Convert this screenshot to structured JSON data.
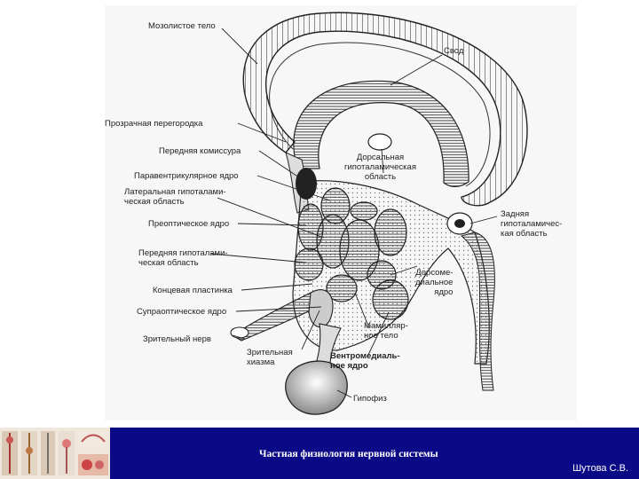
{
  "labels": {
    "corpus_callosum": "Мозолистое тело",
    "fornix": "Свод",
    "septum_pellucidum": "Прозрачная перегородка",
    "anterior_commissure": "Передняя комиссура",
    "paraventricular_nucleus": "Паравентрикулярное ядро",
    "lateral_hypothalamic_area": "Латеральная гипоталами-\nческая область",
    "preoptic_nucleus": "Преоптическое ядро",
    "anterior_hypothalamic_area": "Передняя гипоталами-\nческая область",
    "lamina_terminalis": "Концевая пластинка",
    "supraoptic_nucleus": "Супраоптическое ядро",
    "optic_nerve": "Зрительный нерв",
    "optic_chiasm": "Зрительная\nхиазма",
    "dorsal_hypothalamic_area": "Дорсальная\nгипоталамическая\nобласть",
    "posterior_hypothalamic_area": "Задняя\nгипоталамичес-\nкая область",
    "dorsomedial_nucleus": "Дорсоме-\nдиальное\nядро",
    "mammillary_body": "Мамилляр-\nное тело",
    "ventromedial_nucleus": "Вентромедиаль-\nное ядро",
    "hypophysis": "Гипофиз"
  },
  "footer": {
    "title": "Частная физиология нервной системы",
    "author": "Шутова С.В."
  },
  "colors": {
    "footer_bar": "#0a0a86",
    "ink": "#222222"
  }
}
